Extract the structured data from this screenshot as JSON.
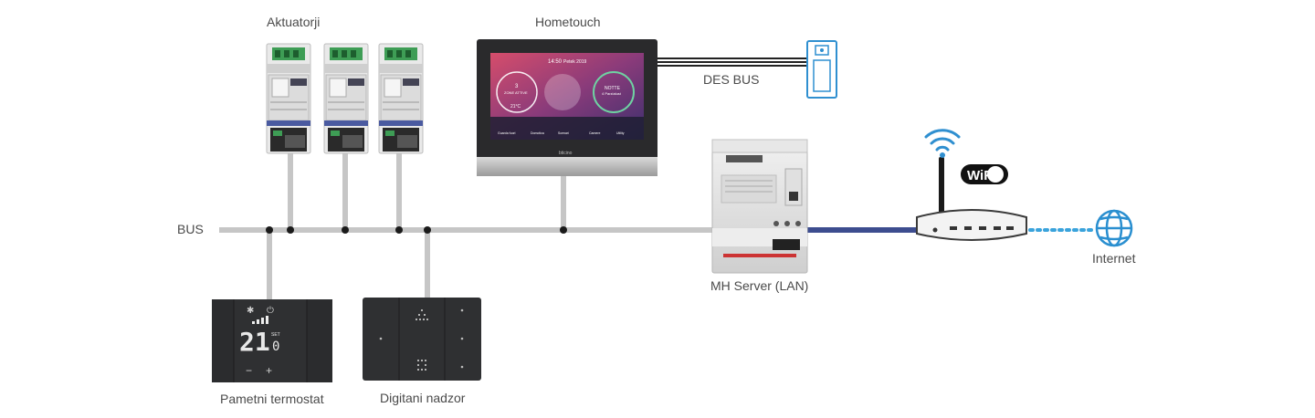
{
  "labels": {
    "actuators": "Aktuatorji",
    "hometouch": "Hometouch",
    "des_bus": "DES BUS",
    "bus": "BUS",
    "mh_server": "MH Server (LAN)",
    "internet": "Internet",
    "thermostat": "Pametni termostat",
    "digital_control": "Digitani nadzor"
  },
  "logos": {
    "wifi": "WiFi"
  },
  "screen": {
    "time": "14:50",
    "date": "Petek 2019",
    "left_dial": "3",
    "left_dial_sub": "ZONE ATTIVE",
    "left_dial_temp": "21°C",
    "right_dial": "NOTTE",
    "right_dial_sub": "4 Parzialust",
    "menu": [
      "Guarda fuori",
      "Domotica",
      "Scenari",
      "Camere",
      "Utility"
    ],
    "brand": "bticino"
  },
  "thermostat_display": {
    "value": "21",
    "unit": "SET",
    "decimal": "0"
  },
  "colors": {
    "bus_line": "#c6c6c6",
    "ethernet": "#3d4d8f",
    "wifi_link": "#3aa3dc",
    "internet_globe": "#2a8fd0",
    "device_dark": "#2f3032",
    "node": "#1a1a1a"
  },
  "icons": [
    "wifi-icon",
    "globe-icon",
    "fan-icon",
    "power-icon"
  ]
}
